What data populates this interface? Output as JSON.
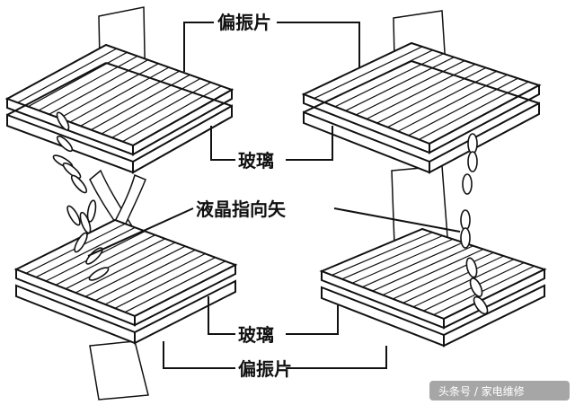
{
  "labels": {
    "polarizer_top": "偏振片",
    "glass_top": "玻璃",
    "director": "液晶指向矢",
    "glass_bottom": "玻璃",
    "polarizer_bottom": "偏振片"
  },
  "watermark": {
    "text": "头条号 / 家电维修"
  }
}
